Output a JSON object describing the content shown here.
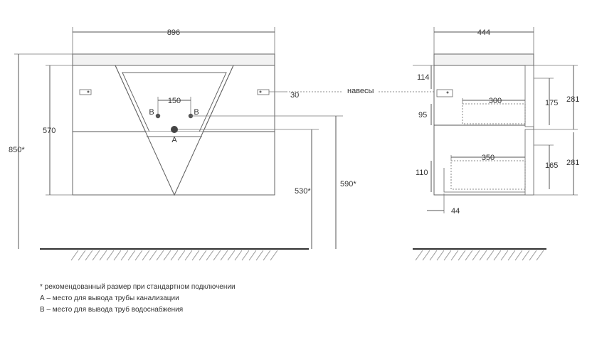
{
  "front": {
    "width": "896",
    "height_total": "850*",
    "height_body": "570",
    "offset_right": "30",
    "pipe_spacing": "150",
    "label_b_left": "B",
    "label_b_right": "B",
    "label_a": "A",
    "drain_height": "530*",
    "supply_height": "590*"
  },
  "side": {
    "depth": "444",
    "hinges_label": "навесы",
    "top_offset": "114",
    "drawer1_depth": "300",
    "drawer1_height": "175",
    "drawer1_offset": "95",
    "section_top": "281",
    "section_bottom": "281",
    "drawer2_depth": "350",
    "drawer2_height": "165",
    "drawer2_offset": "110",
    "bottom_gap": "44"
  },
  "notes": [
    "* рекомендованный размер при стандартном подключении",
    "А – место для вывода трубы канализации",
    "В – место для вывода труб водоснабжения"
  ]
}
